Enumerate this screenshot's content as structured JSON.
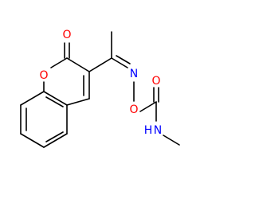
{
  "molecule": {
    "atoms": {
      "carbonyl_oxygen": "O",
      "ring_oxygen": "O",
      "imine_nitrogen": "N",
      "oxime_oxygen": "O",
      "carbamate_oxygen": "O",
      "amide_nitrogen": "N",
      "amide_hydrogen": "H"
    }
  },
  "colors": {
    "bond": "#000000",
    "oxygen": "#ff0000",
    "nitrogen": "#0000ff"
  }
}
